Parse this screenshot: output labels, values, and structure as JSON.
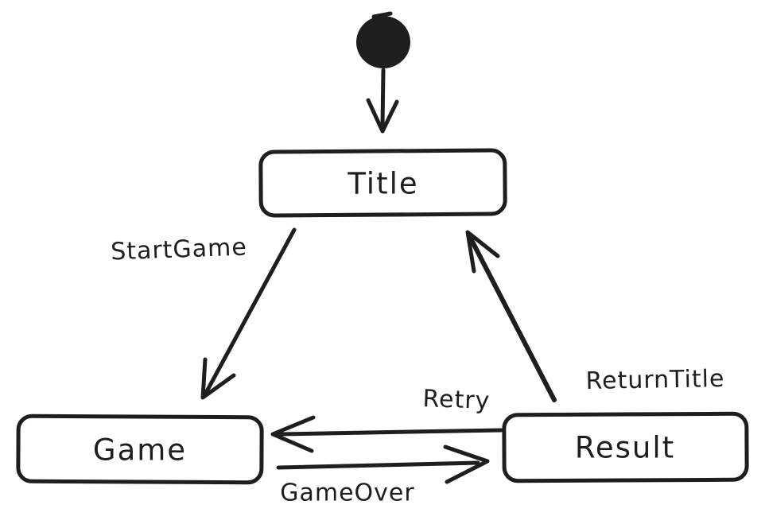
{
  "colors": {
    "stroke": "#1e1e1e",
    "node_fill": "#ffffff",
    "background": "#ffffff"
  },
  "nodes": {
    "initial": {
      "type": "initial-state-dot"
    },
    "title": {
      "label": "Title"
    },
    "game": {
      "label": "Game"
    },
    "result": {
      "label": "Result"
    }
  },
  "edges": {
    "initial_to_title": {
      "from": "initial",
      "to": "title",
      "label": ""
    },
    "start_game": {
      "from": "title",
      "to": "game",
      "label": "StartGame"
    },
    "game_over": {
      "from": "game",
      "to": "result",
      "label": "GameOver"
    },
    "retry": {
      "from": "result",
      "to": "game",
      "label": "Retry"
    },
    "return_title": {
      "from": "result",
      "to": "title",
      "label": "ReturnTitle"
    }
  }
}
